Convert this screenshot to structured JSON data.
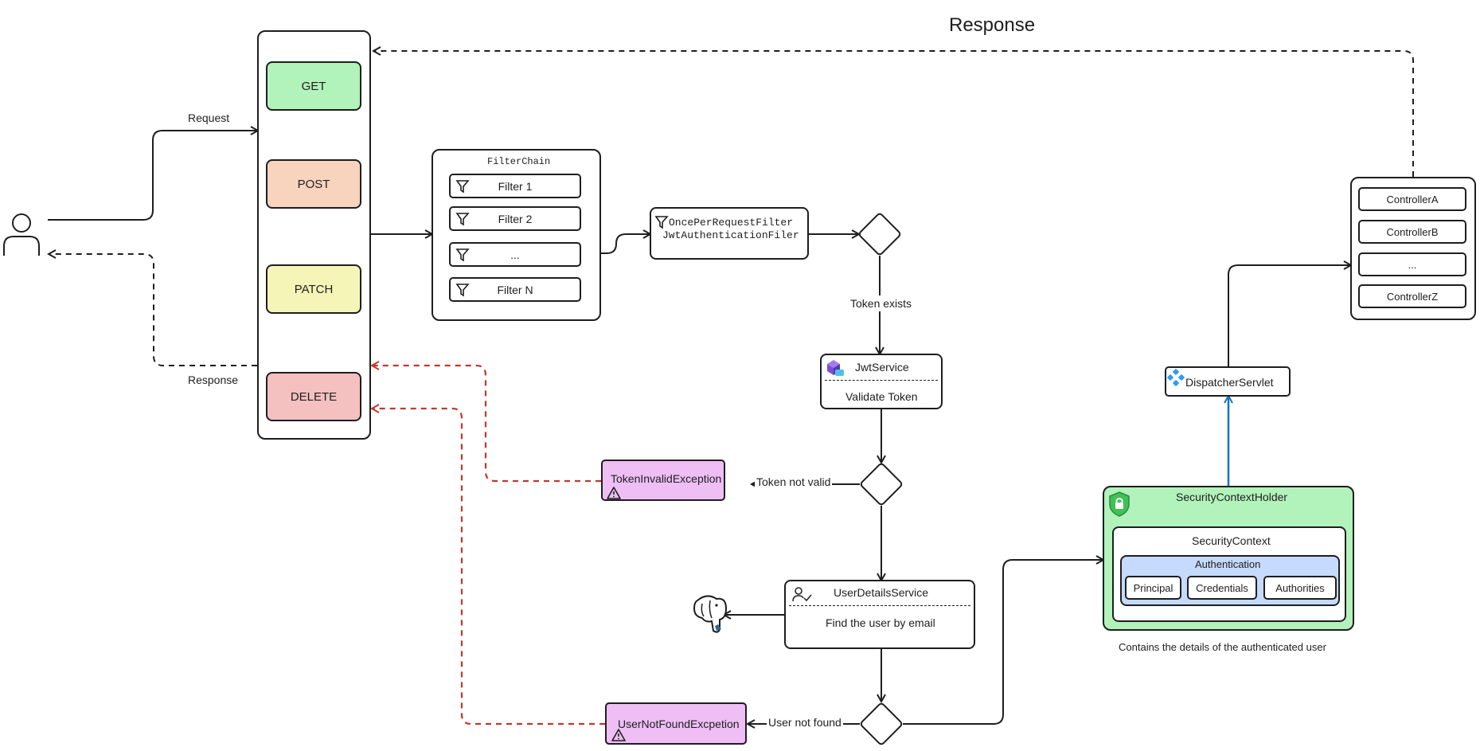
{
  "title": "Response",
  "methods": [
    "GET",
    "POST",
    "PATCH",
    "DELETE"
  ],
  "edge_labels": {
    "request": "Request",
    "response": "Response",
    "token_exists": "Token exists",
    "token_not_valid": "Token not valid",
    "user_not_found": "User not found"
  },
  "filter_chain": {
    "title": "FilterChain",
    "filters": [
      "Filter 1",
      "Filter 2",
      "...",
      "Filter N"
    ]
  },
  "jwt_filter": {
    "line1": "OncePerRequestFilter",
    "line2": "JwtAuthenticationFiler"
  },
  "jwt_service": {
    "title": "JwtService",
    "action": "Validate Token"
  },
  "user_details_service": {
    "title": "UserDetailsService",
    "action": "Find the user by email"
  },
  "exceptions": {
    "token_invalid": "TokenInvalidException",
    "user_not_found": "UserNotFoundExcpetion"
  },
  "security": {
    "holder": "SecurityContextHolder",
    "context": "SecurityContext",
    "authentication": "Authentication",
    "parts": [
      "Principal",
      "Credentials",
      "Authorities"
    ],
    "caption": "Contains the details of the authenticated user"
  },
  "dispatcher": "DispatcherServlet",
  "controllers": [
    "ControllerA",
    "ControllerB",
    "...",
    "ControllerZ"
  ],
  "colors": {
    "get": "#b2f2bb",
    "post": "#f8d3bd",
    "patch": "#f5f5b7",
    "delete": "#f5c0c0",
    "exception": "#eebef5",
    "security_holder": "#b2f2bb",
    "authentication": "#c5dafc",
    "error_arrow": "#c0392b",
    "blue_arrow": "#1971c2"
  },
  "icons": [
    "user-icon",
    "funnel-icon",
    "cube-icon",
    "user-check-icon",
    "warning-icon",
    "postgres-elephant-icon",
    "shield-lock-icon",
    "spring-grid-icon"
  ]
}
